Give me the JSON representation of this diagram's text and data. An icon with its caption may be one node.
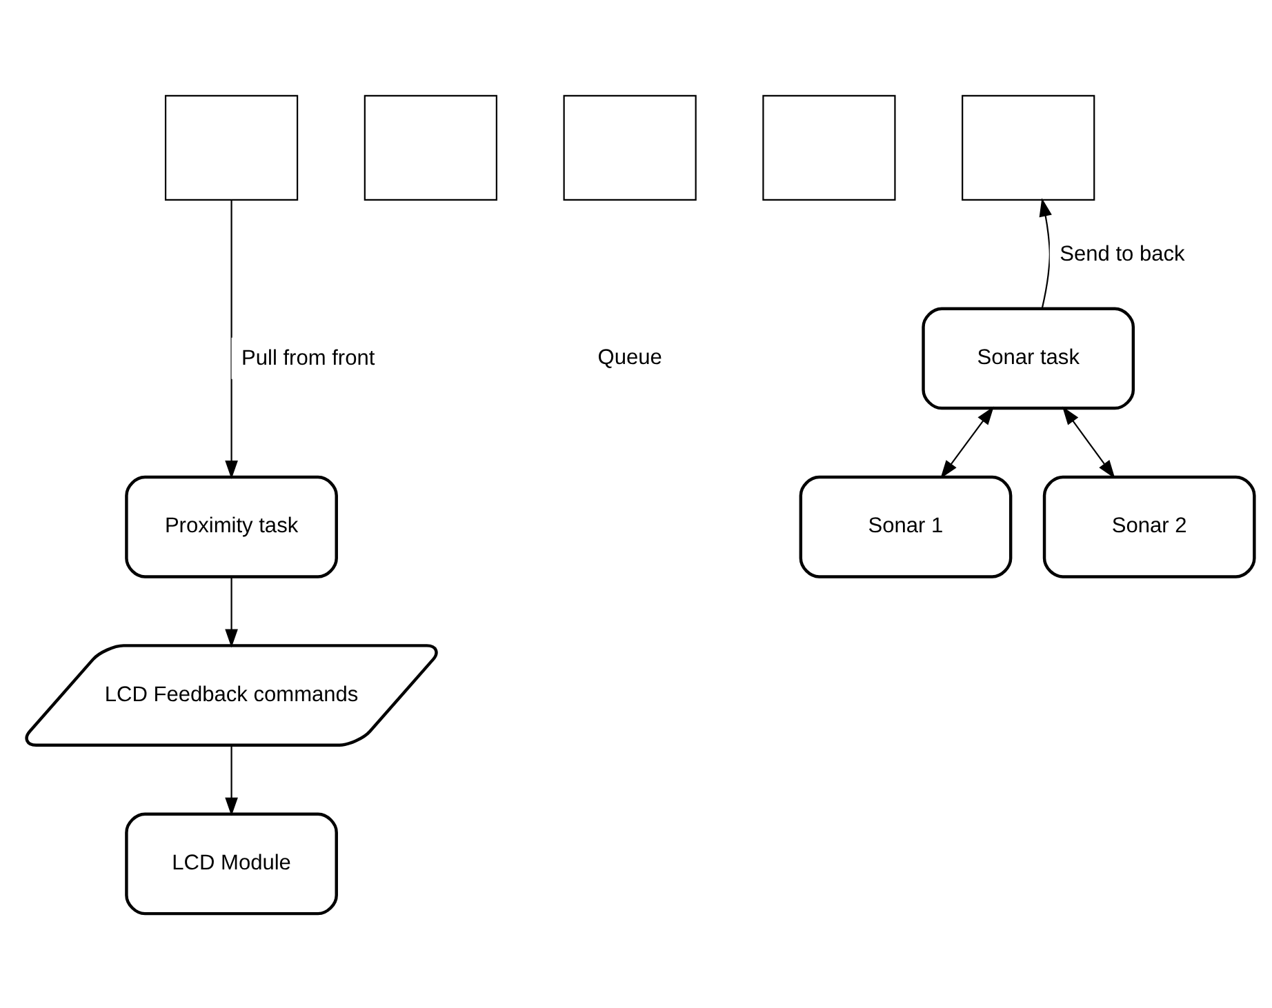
{
  "diagram": {
    "nodes": [
      {
        "text": [],
        "shape": "box"
      },
      {
        "text": [],
        "shape": "box"
      },
      {
        "text": [],
        "shape": "box"
      },
      {
        "text": [],
        "shape": "box"
      },
      {
        "text": [],
        "shape": "box"
      },
      {
        "text": [
          "Proximity task"
        ]
      },
      {
        "text": [
          "LCD Feedback commands"
        ]
      },
      {
        "text": [
          "LCD Module"
        ]
      },
      {
        "text": [
          "Sonar task"
        ]
      },
      {
        "text": [
          "Sonar 1"
        ]
      },
      {
        "text": [
          "Sonar 2"
        ]
      }
    ],
    "edges": [
      {
        "from": 0,
        "to": 5,
        "arrow": "to",
        "label": "Pull from front"
      },
      {
        "from": 5,
        "to": 6,
        "arrow": "to"
      },
      {
        "from": 6,
        "to": 7,
        "arrow": "to"
      },
      {
        "from": 8,
        "to": 4,
        "arrow": "to",
        "label": "Send to back"
      },
      {
        "from": 8,
        "to": 9,
        "arrow": "both"
      },
      {
        "from": 8,
        "to": 10,
        "arrow": "both"
      }
    ],
    "labels": [
      "Queue"
    ]
  }
}
